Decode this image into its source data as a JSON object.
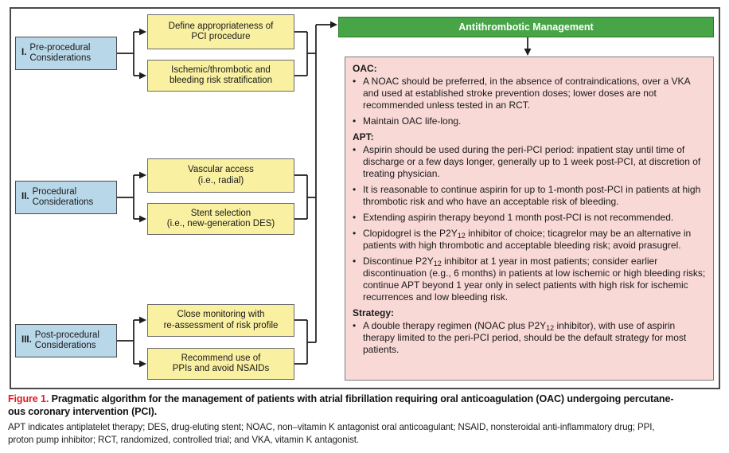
{
  "flow": {
    "header": "Antithrombotic Management",
    "sections": [
      {
        "numeral": "I.",
        "label": "Pre-procedural\nConsiderations",
        "top_box": "Define appropriateness of\nPCI procedure",
        "bottom_box": "Ischemic/thrombotic and\nbleeding risk stratification"
      },
      {
        "numeral": "II.",
        "label": "Procedural\nConsiderations",
        "top_box": "Vascular access\n(i.e., radial)",
        "bottom_box": "Stent selection\n(i.e., new-generation DES)"
      },
      {
        "numeral": "III.",
        "label": "Post-procedural\nConsiderations",
        "top_box": "Close monitoring with\nre-assessment of risk profile",
        "bottom_box": "Recommend use of\nPPIs and avoid NSAIDs"
      }
    ]
  },
  "management": {
    "groups": [
      {
        "title": "OAC:",
        "bullets": [
          "A NOAC should be preferred, in the absence of contraindications, over a VKA and used at established stroke prevention doses; lower doses are not recommended unless tested in an RCT.",
          "Maintain OAC life-long."
        ]
      },
      {
        "title": "APT:",
        "bullets": [
          "Aspirin should be used during the peri-PCI period: inpatient stay until time of discharge or a few days longer, generally up to 1 week post-PCI, at discretion of treating physician.",
          "It is reasonable to continue aspirin for up to 1-month post-PCI in patients at high thrombotic risk and who have an acceptable risk of bleeding.",
          "Extending aspirin therapy beyond 1 month post-PCI is not recommended.",
          "Clopidogrel is the P2Y12 inhibitor of choice; ticagrelor may be an alternative in patients with high thrombotic and acceptable bleeding risk; avoid prasugrel.",
          "Discontinue P2Y12 inhibitor at 1 year in most patients; consider earlier discontinuation (e.g., 6 months) in patients at low ischemic or high bleeding risks; continue APT beyond 1 year only in select patients with high risk for ischemic recurrences and low bleeding risk."
        ]
      },
      {
        "title": "Strategy:",
        "bullets": [
          "A double therapy regimen (NOAC plus P2Y12 inhibitor), with use of aspirin therapy limited to the peri-PCI period, should be the default strategy for most patients."
        ]
      }
    ]
  },
  "caption": {
    "figure_label": "Figure 1.",
    "title_line1": " Pragmatic algorithm for the management of patients with atrial fibrillation requiring oral anticoagulation (OAC) undergoing percutane-",
    "title_line2": "ous coronary intervention (PCI).",
    "abbreviations": "APT indicates antiplatelet therapy; DES, drug-eluting stent; NOAC, non–vitamin K antagonist oral anticoagulant; NSAID, nonsteroidal anti-inflammatory drug; PPI,\nproton pump inhibitor; RCT, randomized, controlled trial; and VKA, vitamin K antagonist."
  },
  "colors": {
    "section_box": "#b8d7e9",
    "step_box": "#f9f0a2",
    "header_green": "#47a447",
    "management_pink": "#f8d9d6",
    "figure_label_red": "#e01b22"
  }
}
